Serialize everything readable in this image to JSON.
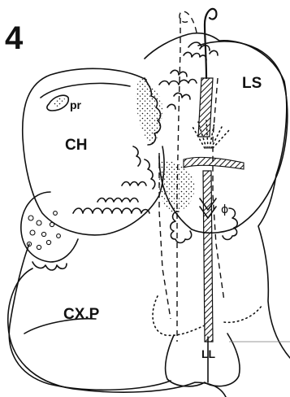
{
  "figure": {
    "number": "4",
    "labels": {
      "ls": "LS",
      "pr": "pr",
      "ch": "CH",
      "phi": "ϕ",
      "cxp": "CX.P",
      "ll": "LL"
    }
  },
  "colors": {
    "ink": "#111111",
    "paper": "#ffffff"
  }
}
